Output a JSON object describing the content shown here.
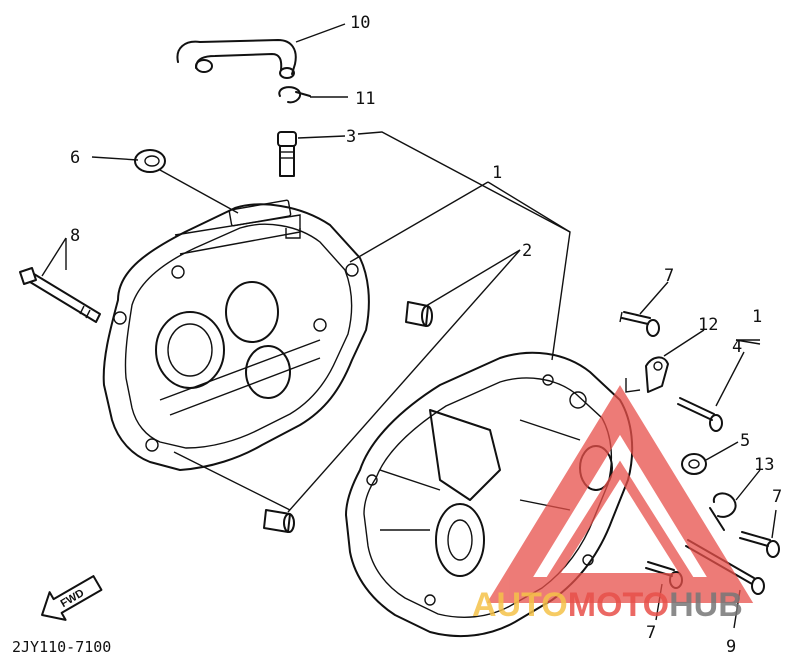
{
  "diagram": {
    "callouts": [
      "10",
      "11",
      "3",
      "6",
      "1",
      "8",
      "2",
      "7",
      "12",
      "1",
      "4",
      "5",
      "13",
      "7",
      "7",
      "9"
    ],
    "drawing_code": "2JY110-7100",
    "fwd_label": "FWD"
  },
  "watermark": {
    "part1": "AUTO",
    "part2": "MOTO",
    "part3": "HUB",
    "color_auto": "#f5c24a",
    "color_moto": "#e8504a",
    "color_hub": "#777777",
    "triangle_color": "#e8504a"
  }
}
